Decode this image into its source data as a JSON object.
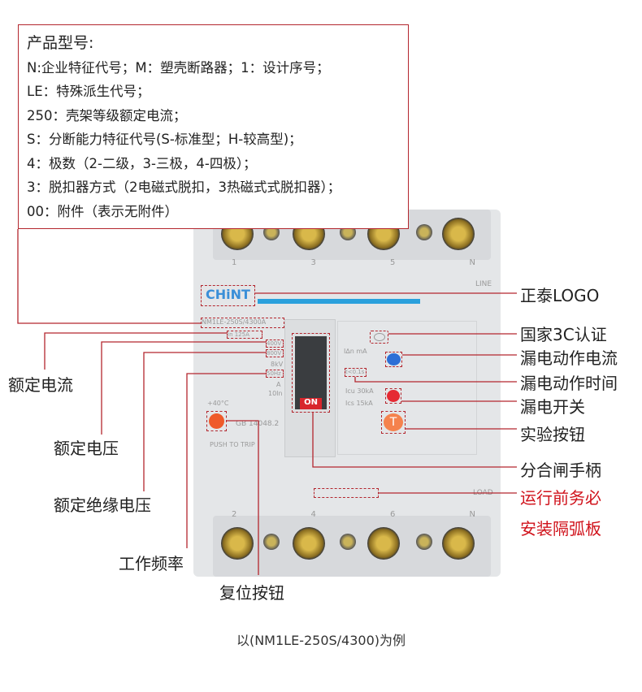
{
  "info": {
    "title": "产品型号:",
    "lines": [
      "N:企业特征代号；M：塑壳断路器；1：设计序号；",
      "LE：特殊派生代号；",
      "250：壳架等级额定电流；",
      "S：分断能力特征代号(S-标准型；H-较高型)；",
      "4：极数（2-二级，3-三极，4-四极）；",
      "3：脱扣器方式（2电磁式脱扣，3热磁式式脱扣器）；",
      "00：附件（表示无附件）"
    ]
  },
  "right_labels": [
    "正泰LOGO",
    "国家3C认证",
    "漏电动作电流",
    "漏电动作时间",
    "漏电开关",
    "实验按钮",
    "分合闸手柄"
  ],
  "warning": [
    "运行前务必",
    "安装隔弧板"
  ],
  "left_labels": [
    "额定电流",
    "额定电压",
    "额定绝缘电压",
    "工作频率",
    "复位按钮"
  ],
  "caption": "以(NM1LE-250S/4300)为例",
  "breaker": {
    "brand": "CHiNT",
    "model": "NM1LE-250S/4300A",
    "in": "In 125A",
    "ue": "400V",
    "ui": "800V",
    "uimp": "8kV",
    "freq": "50Hz",
    "cat": "A",
    "ii": "10In",
    "temp": "+40°C",
    "std": "GB 14048.2",
    "push": "PUSH TO TRIP",
    "on": "ON",
    "line": "LINE",
    "load": "LOAD",
    "idn": "I∆n mA",
    "t": "t<0.1s",
    "icu": "Icu 30kA",
    "ics": "Ics 15kA",
    "test": "T",
    "top_nums": [
      "1",
      "3",
      "5",
      "N"
    ],
    "bot_nums": [
      "2",
      "4",
      "6",
      "N"
    ]
  },
  "colors": {
    "accent": "#b3262e",
    "warning": "#d0121b"
  }
}
